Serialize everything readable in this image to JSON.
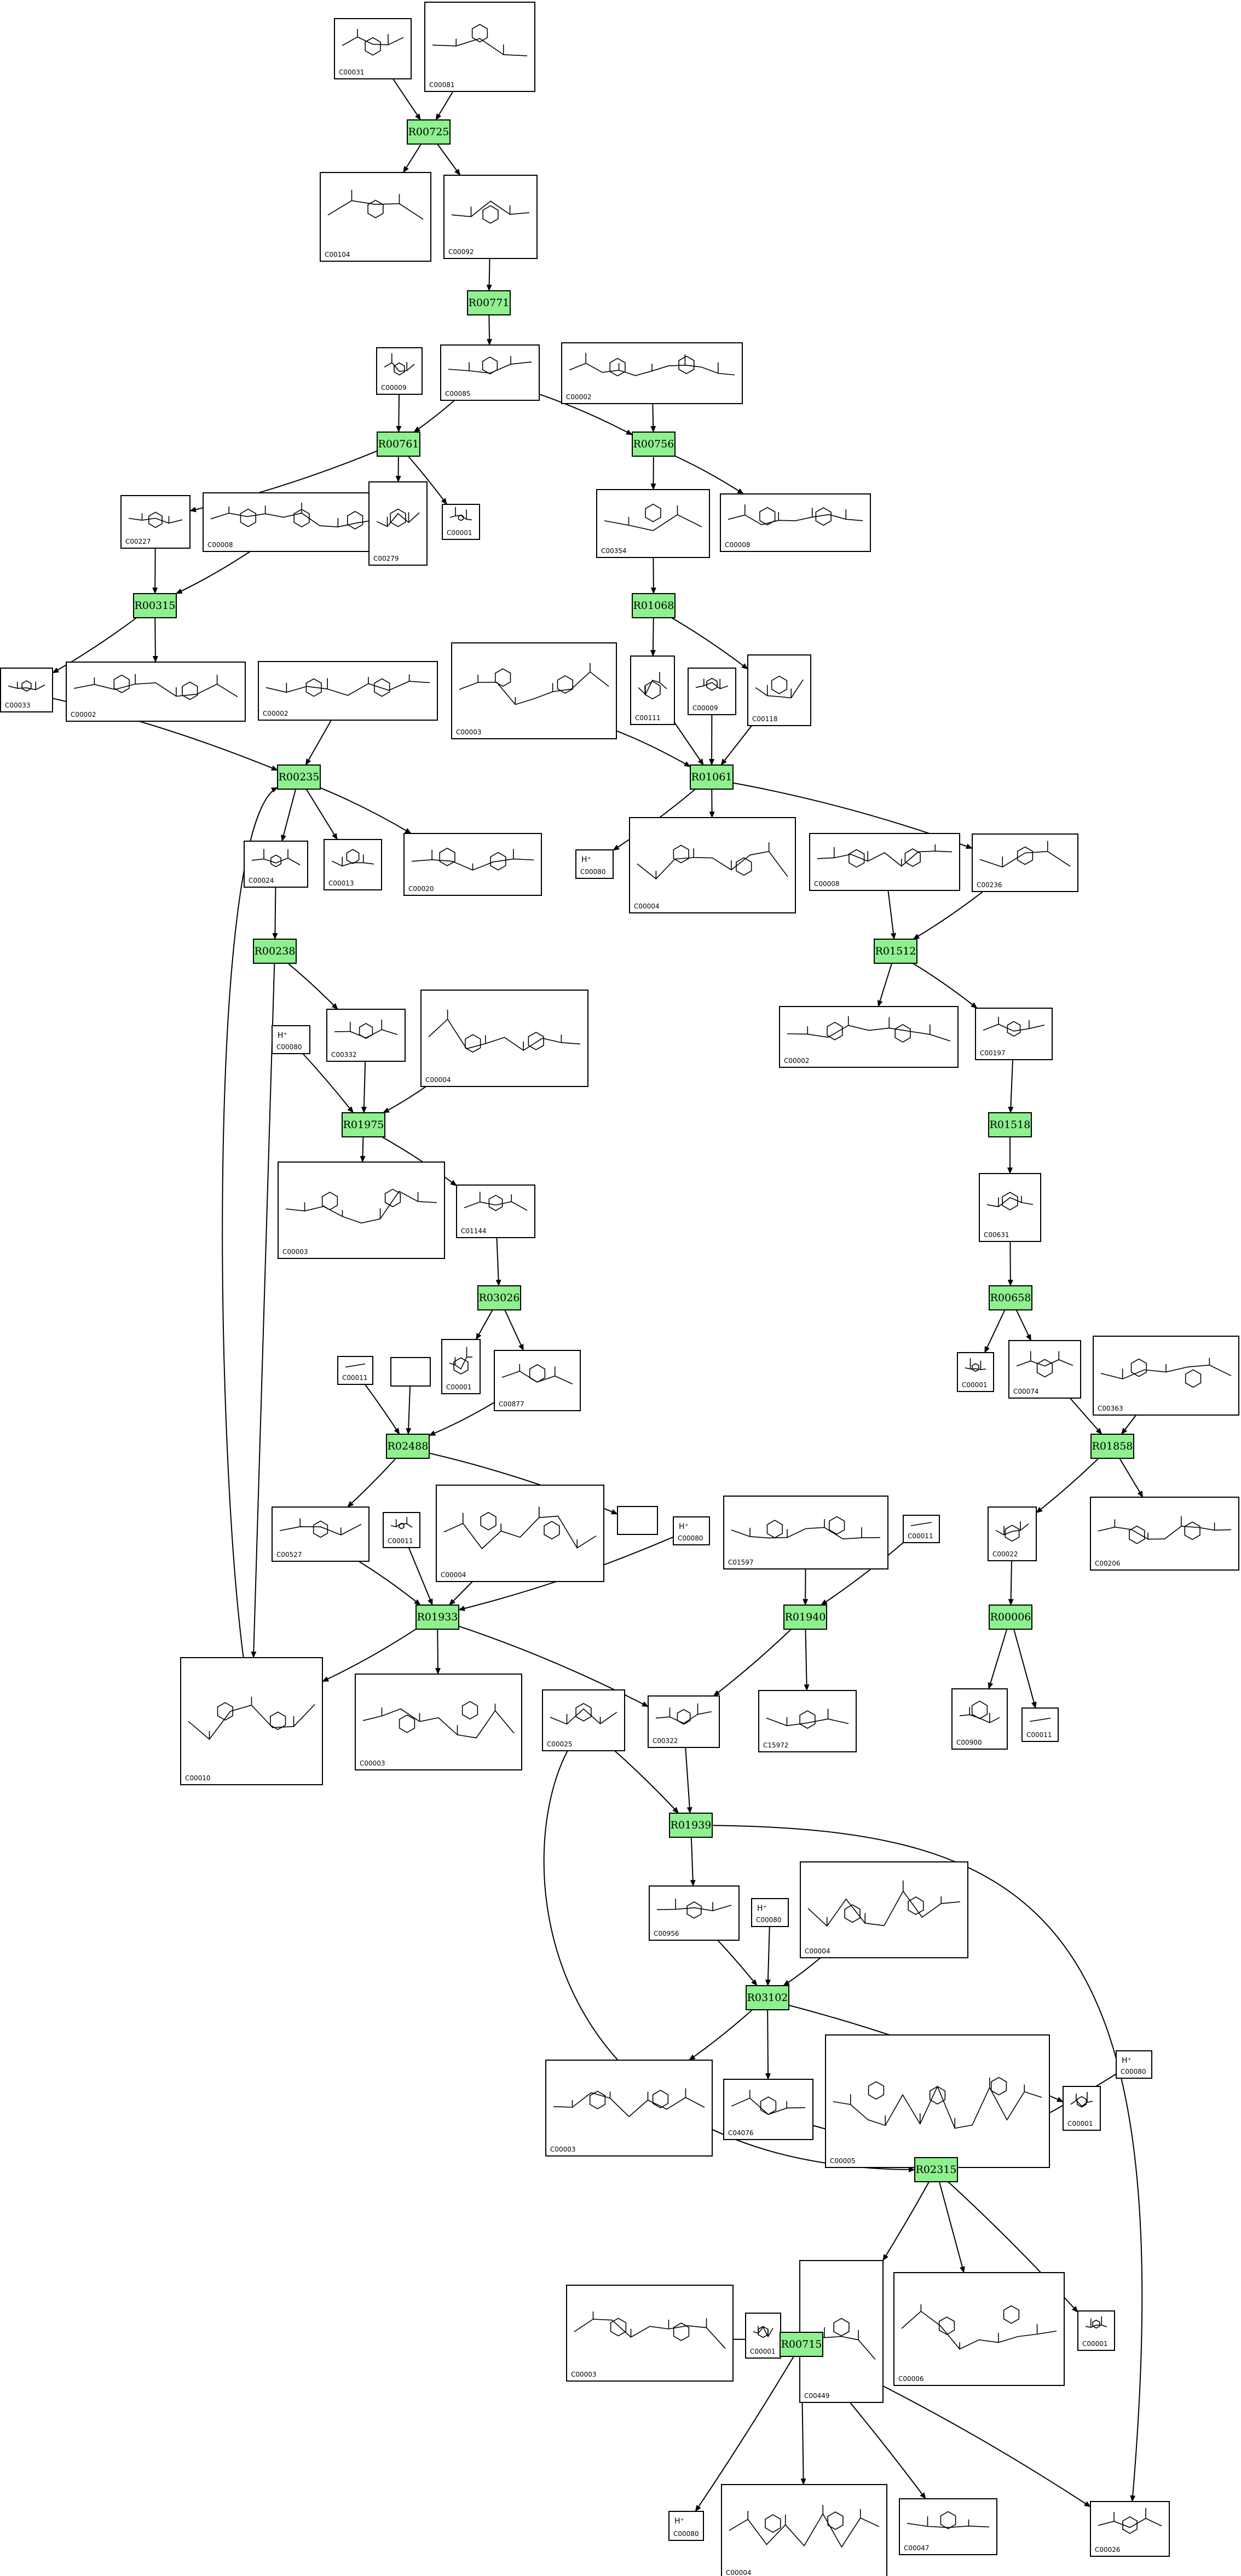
{
  "diagram": {
    "reactions": [
      {
        "id": "R00725",
        "label": "R00725"
      },
      {
        "id": "R00771",
        "label": "R00771"
      },
      {
        "id": "R00761",
        "label": "R00761"
      },
      {
        "id": "R00756",
        "label": "R00756"
      },
      {
        "id": "R00315",
        "label": "R00315"
      },
      {
        "id": "R01068",
        "label": "R01068"
      },
      {
        "id": "R00235",
        "label": "R00235"
      },
      {
        "id": "R01061",
        "label": "R01061"
      },
      {
        "id": "R00238",
        "label": "R00238"
      },
      {
        "id": "R01512",
        "label": "R01512"
      },
      {
        "id": "R01975",
        "label": "R01975"
      },
      {
        "id": "R01518",
        "label": "R01518"
      },
      {
        "id": "R03026",
        "label": "R03026"
      },
      {
        "id": "R00658",
        "label": "R00658"
      },
      {
        "id": "R02488",
        "label": "R02488"
      },
      {
        "id": "R01858",
        "label": "R01858"
      },
      {
        "id": "R01933",
        "label": "R01933"
      },
      {
        "id": "R01940",
        "label": "R01940"
      },
      {
        "id": "R00006",
        "label": "R00006"
      },
      {
        "id": "R01939",
        "label": "R01939"
      },
      {
        "id": "R03102",
        "label": "R03102"
      },
      {
        "id": "R02315",
        "label": "R02315"
      },
      {
        "id": "R00715",
        "label": "R00715"
      }
    ],
    "compounds": [
      {
        "key": "c31a",
        "cid": "C00031",
        "label": ""
      },
      {
        "key": "c81a",
        "cid": "C00081",
        "label": ""
      },
      {
        "key": "c104",
        "cid": "C00104",
        "label": ""
      },
      {
        "key": "c92",
        "cid": "C00092",
        "label": ""
      },
      {
        "key": "c9a",
        "cid": "C00009",
        "label": ""
      },
      {
        "key": "c85",
        "cid": "C00085",
        "label": ""
      },
      {
        "key": "c2a",
        "cid": "C00002",
        "label": ""
      },
      {
        "key": "c227",
        "cid": "C00227",
        "label": ""
      },
      {
        "key": "c8a",
        "cid": "C00008",
        "label": ""
      },
      {
        "key": "c279",
        "cid": "C00279",
        "label": ""
      },
      {
        "key": "c1a",
        "cid": "C00001",
        "label": ""
      },
      {
        "key": "c354",
        "cid": "C00354",
        "label": ""
      },
      {
        "key": "c8b",
        "cid": "C00008",
        "label": ""
      },
      {
        "key": "c33",
        "cid": "C00033",
        "label": ""
      },
      {
        "key": "c2b",
        "cid": "C00002",
        "label": ""
      },
      {
        "key": "c2c",
        "cid": "C00002",
        "label": ""
      },
      {
        "key": "c3a",
        "cid": "C00003",
        "label": ""
      },
      {
        "key": "c111",
        "cid": "C00111",
        "label": ""
      },
      {
        "key": "c9b",
        "cid": "C00009",
        "label": ""
      },
      {
        "key": "c118",
        "cid": "C00118",
        "label": ""
      },
      {
        "key": "c24",
        "cid": "C00024",
        "label": ""
      },
      {
        "key": "c13",
        "cid": "C00013",
        "label": ""
      },
      {
        "key": "c20",
        "cid": "C00020",
        "label": ""
      },
      {
        "key": "c80a",
        "cid": "C00080",
        "label": "H⁺"
      },
      {
        "key": "c4a",
        "cid": "C00004",
        "label": ""
      },
      {
        "key": "c8c",
        "cid": "C00008",
        "label": ""
      },
      {
        "key": "c236",
        "cid": "C00236",
        "label": ""
      },
      {
        "key": "c80b",
        "cid": "C00080",
        "label": "H⁺"
      },
      {
        "key": "c332",
        "cid": "C00332",
        "label": ""
      },
      {
        "key": "c4b",
        "cid": "C00004",
        "label": ""
      },
      {
        "key": "c2d",
        "cid": "C00002",
        "label": ""
      },
      {
        "key": "c197",
        "cid": "C00197",
        "label": ""
      },
      {
        "key": "c3b",
        "cid": "C00003",
        "label": ""
      },
      {
        "key": "c1144",
        "cid": "C01144",
        "label": ""
      },
      {
        "key": "c631",
        "cid": "C00631",
        "label": ""
      },
      {
        "key": "c11a",
        "cid": "C00011",
        "label": ""
      },
      {
        "key": "blank1",
        "cid": "",
        "label": ""
      },
      {
        "key": "c1b",
        "cid": "C00001",
        "label": ""
      },
      {
        "key": "c877",
        "cid": "C00877",
        "label": ""
      },
      {
        "key": "c1c",
        "cid": "C00001",
        "label": ""
      },
      {
        "key": "c74",
        "cid": "C00074",
        "label": ""
      },
      {
        "key": "c363",
        "cid": "C00363",
        "label": ""
      },
      {
        "key": "c527",
        "cid": "C00527",
        "label": ""
      },
      {
        "key": "c11b",
        "cid": "C00011",
        "label": ""
      },
      {
        "key": "c4c",
        "cid": "C00004",
        "label": ""
      },
      {
        "key": "blank2",
        "cid": "",
        "label": ""
      },
      {
        "key": "c80c",
        "cid": "C00080",
        "label": "H⁺"
      },
      {
        "key": "c1597",
        "cid": "C01597",
        "label": ""
      },
      {
        "key": "c11c",
        "cid": "C00011",
        "label": ""
      },
      {
        "key": "c22",
        "cid": "C00022",
        "label": ""
      },
      {
        "key": "c206",
        "cid": "C00206",
        "label": ""
      },
      {
        "key": "c10",
        "cid": "C00010",
        "label": ""
      },
      {
        "key": "c3c",
        "cid": "C00003",
        "label": ""
      },
      {
        "key": "c25",
        "cid": "C00025",
        "label": ""
      },
      {
        "key": "c322",
        "cid": "C00322",
        "label": ""
      },
      {
        "key": "c15972",
        "cid": "C15972",
        "label": ""
      },
      {
        "key": "c900",
        "cid": "C00900",
        "label": ""
      },
      {
        "key": "c11d",
        "cid": "C00011",
        "label": ""
      },
      {
        "key": "c956",
        "cid": "C00956",
        "label": ""
      },
      {
        "key": "c80d",
        "cid": "C00080",
        "label": "H⁺"
      },
      {
        "key": "c4d",
        "cid": "C00004",
        "label": ""
      },
      {
        "key": "c3d",
        "cid": "C00003",
        "label": ""
      },
      {
        "key": "c4076",
        "cid": "C04076",
        "label": ""
      },
      {
        "key": "c5a",
        "cid": "C00005",
        "label": ""
      },
      {
        "key": "c1d",
        "cid": "C00001",
        "label": ""
      },
      {
        "key": "c80e",
        "cid": "C00080",
        "label": "H⁺"
      },
      {
        "key": "c449",
        "cid": "C00449",
        "label": ""
      },
      {
        "key": "c6",
        "cid": "C00006",
        "label": ""
      },
      {
        "key": "c1e",
        "cid": "C00001",
        "label": ""
      },
      {
        "key": "c3e",
        "cid": "C00003",
        "label": ""
      },
      {
        "key": "c1f",
        "cid": "C00001",
        "label": ""
      },
      {
        "key": "c80f",
        "cid": "C00080",
        "label": "H⁺"
      },
      {
        "key": "c4e",
        "cid": "C00004",
        "label": ""
      },
      {
        "key": "c47",
        "cid": "C00047",
        "label": ""
      },
      {
        "key": "c26",
        "cid": "C00026",
        "label": ""
      }
    ]
  }
}
